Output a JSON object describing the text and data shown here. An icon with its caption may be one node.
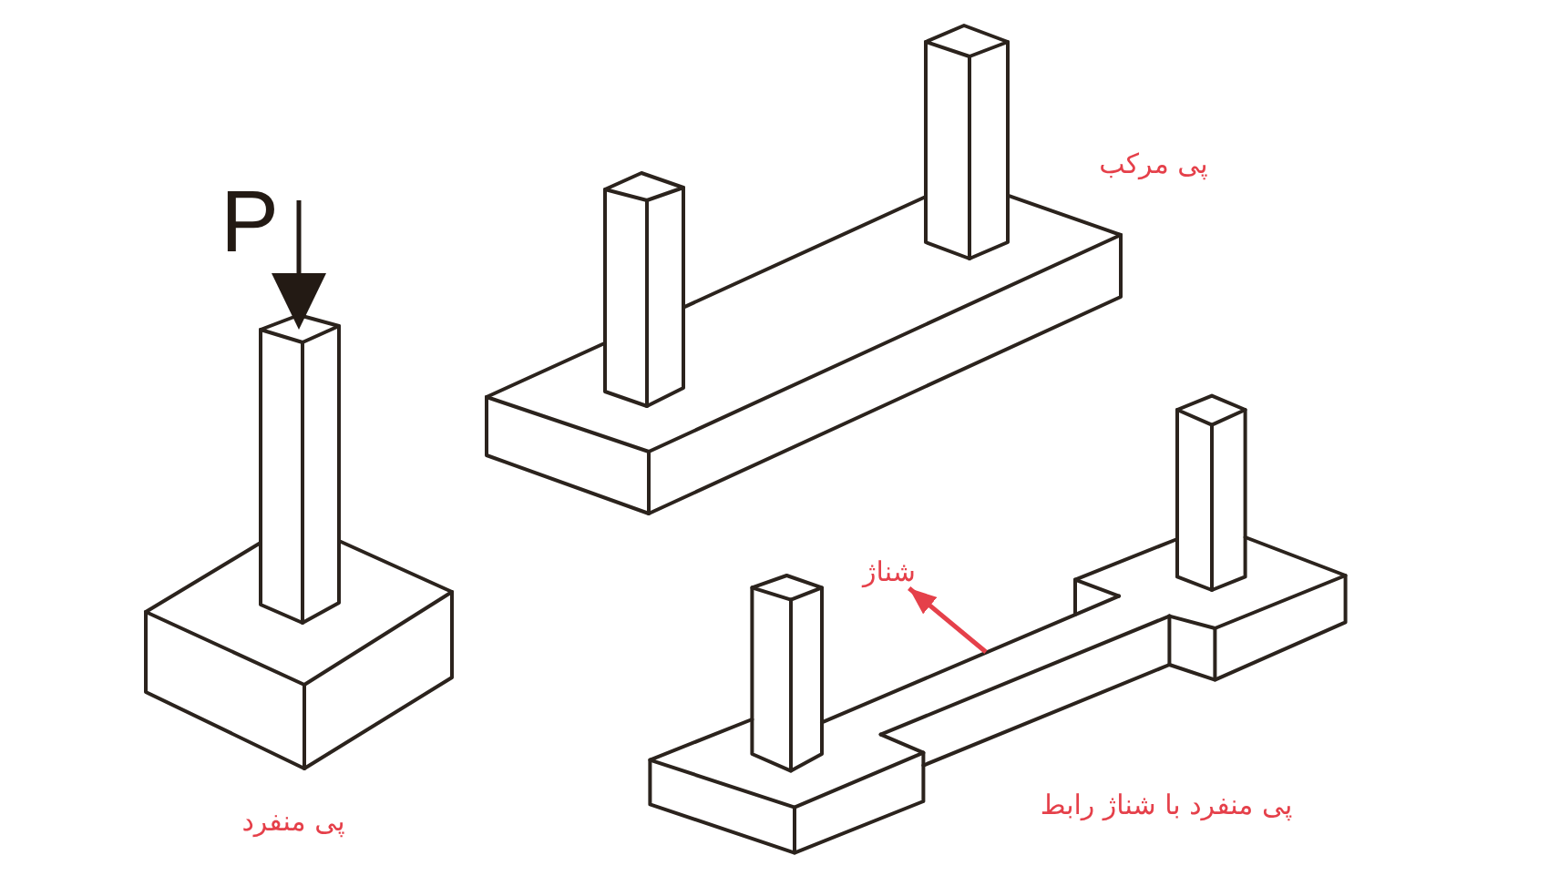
{
  "diagram": {
    "nodes": [
      {
        "text": [
          "شناژ"
        ]
      },
      {
        "text": [],
        "shape": "bar"
      }
    ],
    "edges": [
      {
        "from": 1,
        "to": 0,
        "arrow": "to"
      }
    ],
    "labels": [
      "پی مرکب",
      "P",
      "پی منفرد با شناژ رابط",
      "پی منفرد"
    ]
  }
}
